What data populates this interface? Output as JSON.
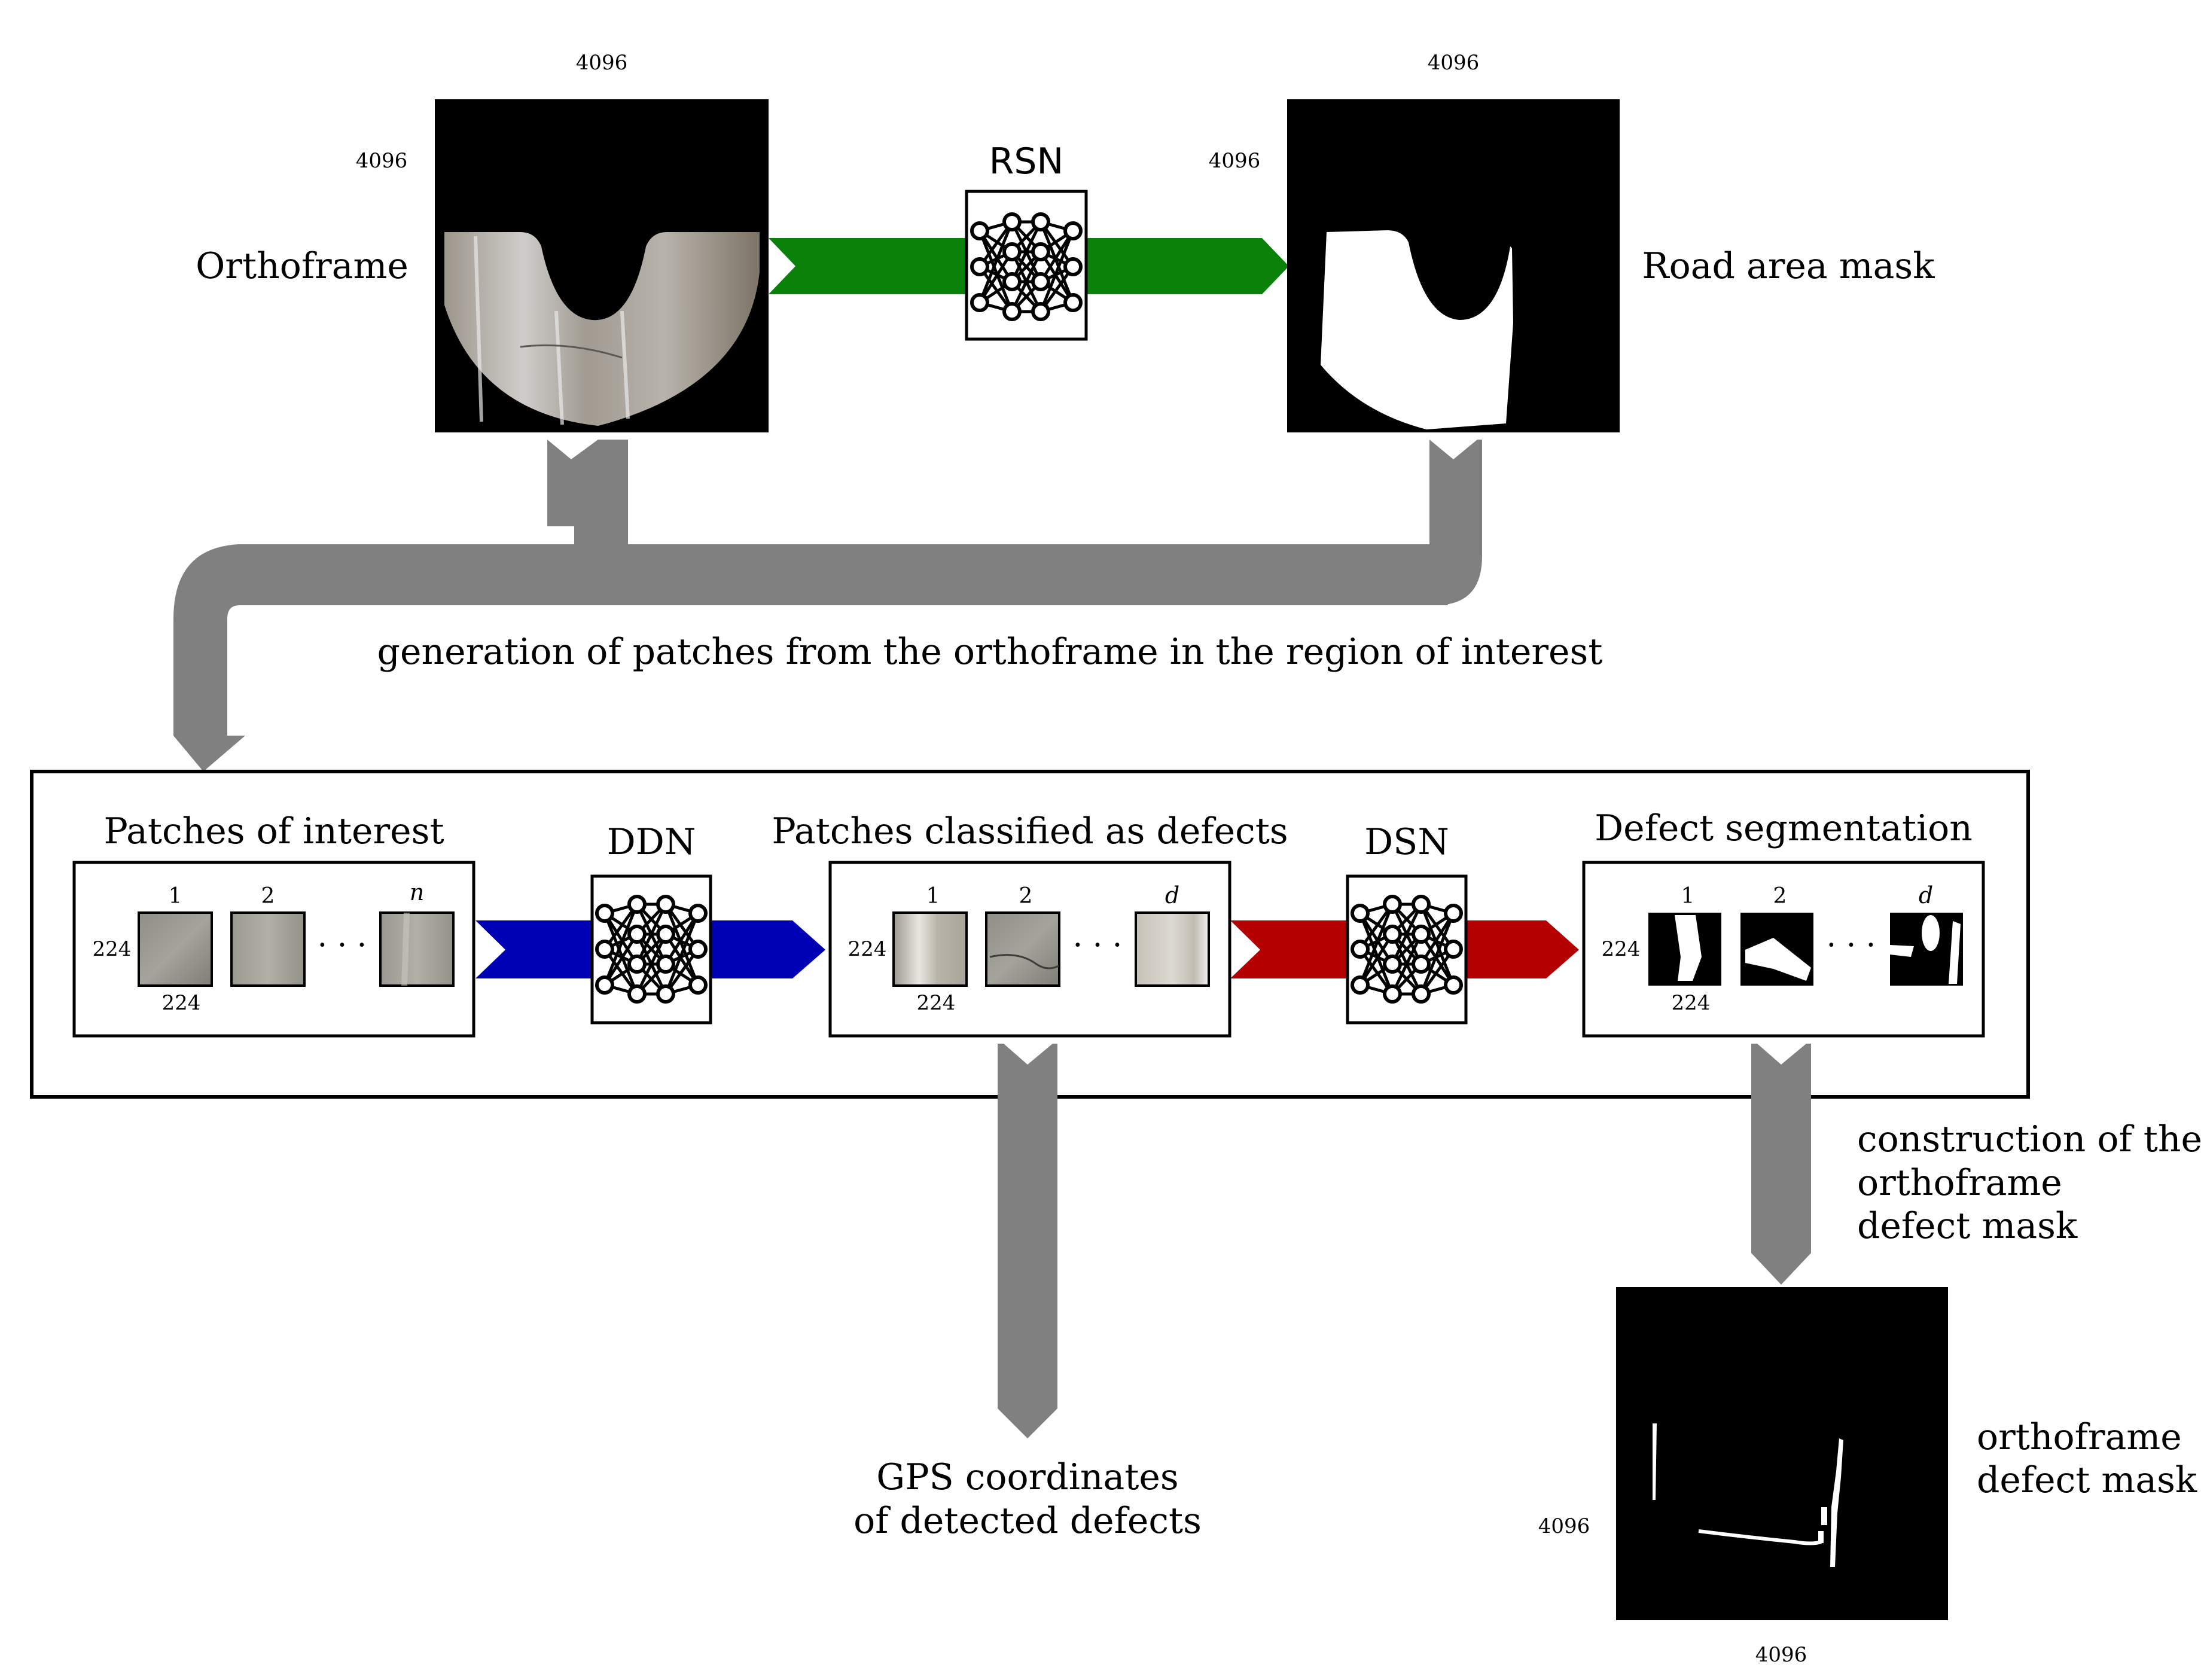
{
  "top": {
    "orthoframe_label": "Orthoframe",
    "orthoframe_width": "4096",
    "orthoframe_height": "4096",
    "rsn_label": "RSN",
    "road_mask_label": "Road area mask",
    "road_mask_width": "4096",
    "road_mask_height": "4096",
    "patch_generation_label": "generation of patches from the orthoframe in the region of interest"
  },
  "pipeline": {
    "patches_of_interest": {
      "title": "Patches of interest",
      "index_1": "1",
      "index_2": "2",
      "index_last": "n",
      "size_h": "224",
      "size_w": "224",
      "ellipsis": "· · ·"
    },
    "ddn_label": "DDN",
    "patches_defects": {
      "title": "Patches classified as defects",
      "index_1": "1",
      "index_2": "2",
      "index_last": "d",
      "size_h": "224",
      "size_w": "224",
      "ellipsis": "· · ·"
    },
    "dsn_label": "DSN",
    "defect_segmentation": {
      "title": "Defect segmentation",
      "index_1": "1",
      "index_2": "2",
      "index_last": "d",
      "size_h": "224",
      "size_w": "224",
      "ellipsis": "· · ·"
    }
  },
  "outputs": {
    "gps_line1": "GPS coordinates",
    "gps_line2": "of detected defects",
    "construction_line1": "construction of the",
    "construction_line2": "orthoframe",
    "construction_line3": "defect mask",
    "defect_mask_line1": "orthoframe",
    "defect_mask_line2": "defect mask",
    "defect_mask_width": "4096",
    "defect_mask_height": "4096"
  },
  "colors": {
    "rsn_arrow": "#0a820a",
    "ddn_arrow": "#0000b4",
    "dsn_arrow": "#b40000",
    "flow_arrow": "#808080"
  }
}
